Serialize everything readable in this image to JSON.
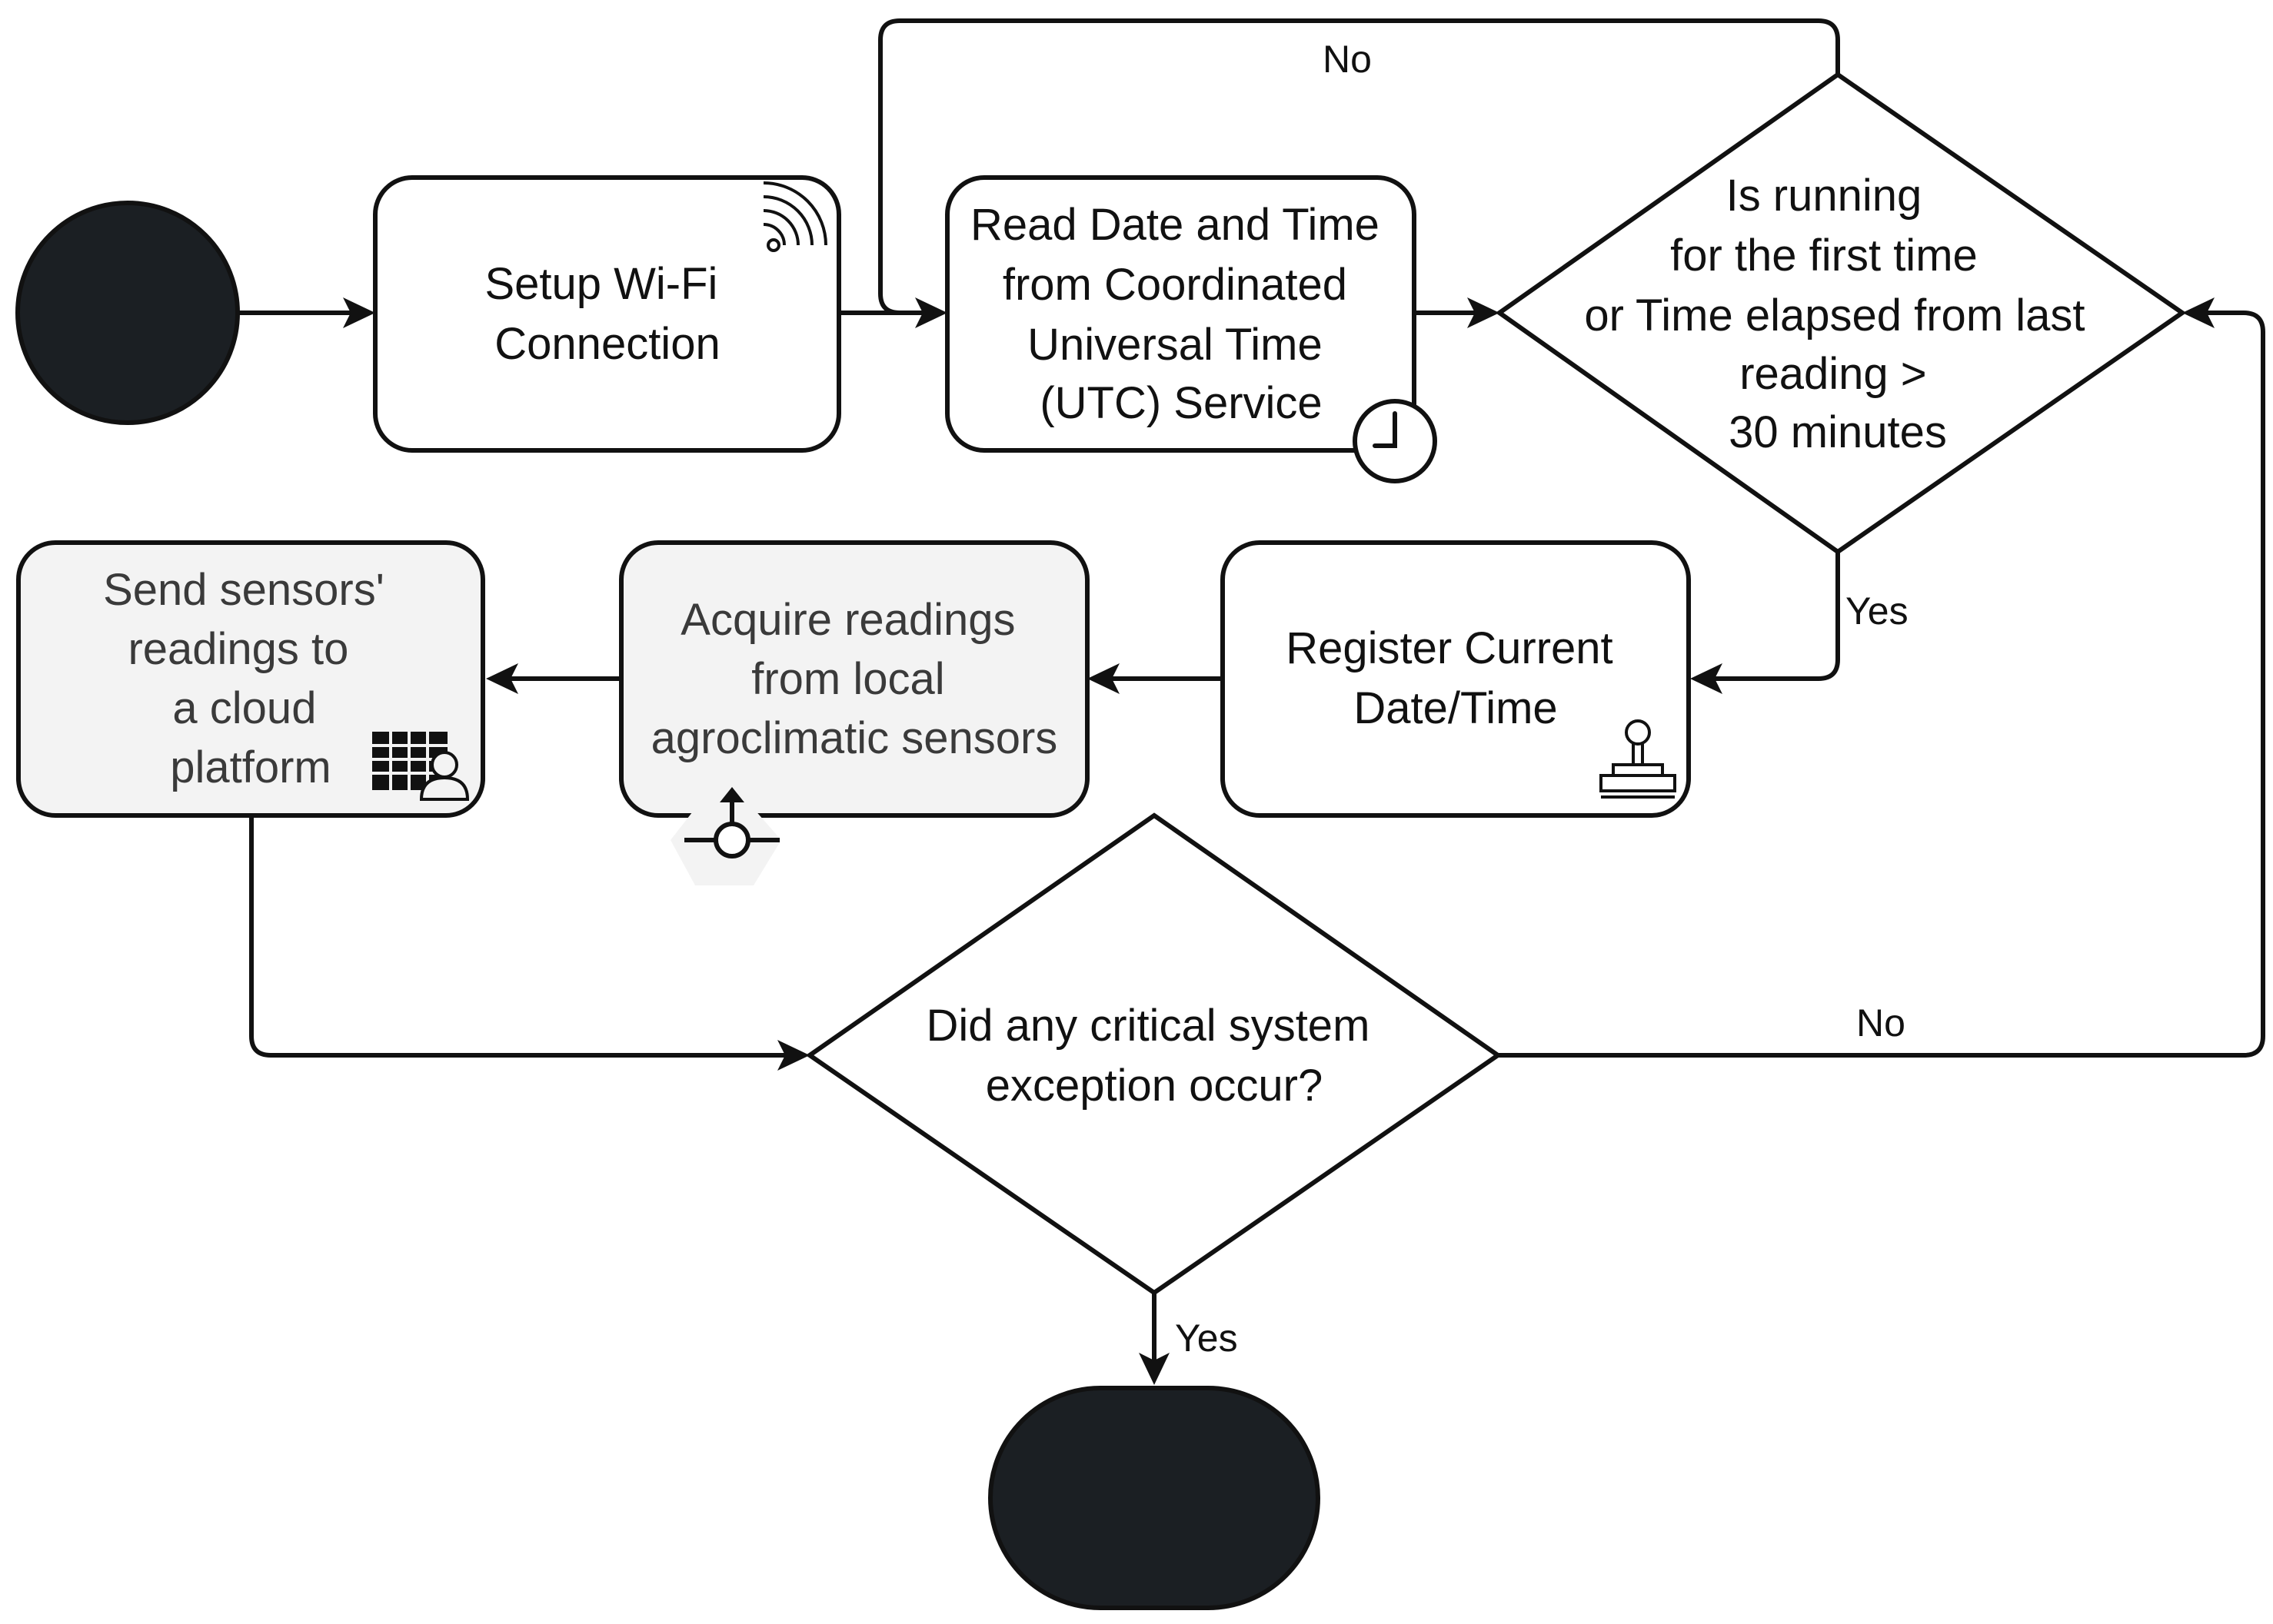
{
  "nodes": {
    "setup_wifi": {
      "lines": [
        "Setup Wi-Fi",
        "Connection"
      ],
      "icon": "wifi-icon"
    },
    "read_utc": {
      "lines": [
        "Read Date and Time",
        "from  Coordinated",
        "Universal Time",
        "(UTC) Service"
      ],
      "icon": "clock-icon"
    },
    "decision_time": {
      "lines": [
        "Is running",
        "for the first time",
        "or Time elapsed from last",
        "reading >",
        "30 minutes"
      ]
    },
    "register_time": {
      "lines": [
        "Register Current",
        "Date/Time"
      ],
      "icon": "stamp-icon"
    },
    "acquire_readings": {
      "lines": [
        "Acquire readings",
        "from local",
        "agroclimatic sensors"
      ],
      "icon": "sensor-icon"
    },
    "send_readings": {
      "lines": [
        "Send sensors'",
        "readings to",
        "a cloud",
        "platform"
      ],
      "icon": "spreadsheet-user-icon"
    },
    "decision_exception": {
      "lines": [
        "Did any critical system",
        "exception occur?"
      ]
    }
  },
  "edge_labels": {
    "loop_no": "No",
    "to_register_yes": "Yes",
    "exception_no": "No",
    "exception_yes": "Yes"
  },
  "colors": {
    "stroke": "#111111",
    "terminal_fill": "#1b1f23",
    "grey_fill": "#f3f3f3",
    "white_fill": "#ffffff"
  }
}
